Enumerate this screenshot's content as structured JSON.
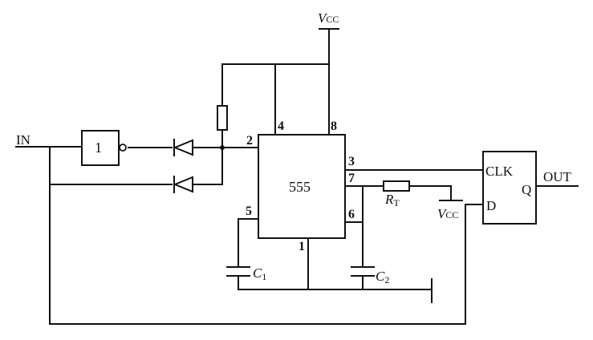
{
  "labels": {
    "input": "IN",
    "inverter": "1",
    "timer": "555",
    "vcc_top": "V",
    "vcc_top_sub": "CC",
    "vcc_right": "V",
    "vcc_right_sub": "CC",
    "rt": "R",
    "rt_sub": "T",
    "c1": "C",
    "c1_sub": "1",
    "c2": "C",
    "c2_sub": "2",
    "clk": "CLK",
    "d": "D",
    "q": "Q",
    "out": "OUT"
  },
  "pins": {
    "p1": "1",
    "p2": "2",
    "p3": "3",
    "p4": "4",
    "p5": "5",
    "p6": "6",
    "p7": "7",
    "p8": "8"
  }
}
